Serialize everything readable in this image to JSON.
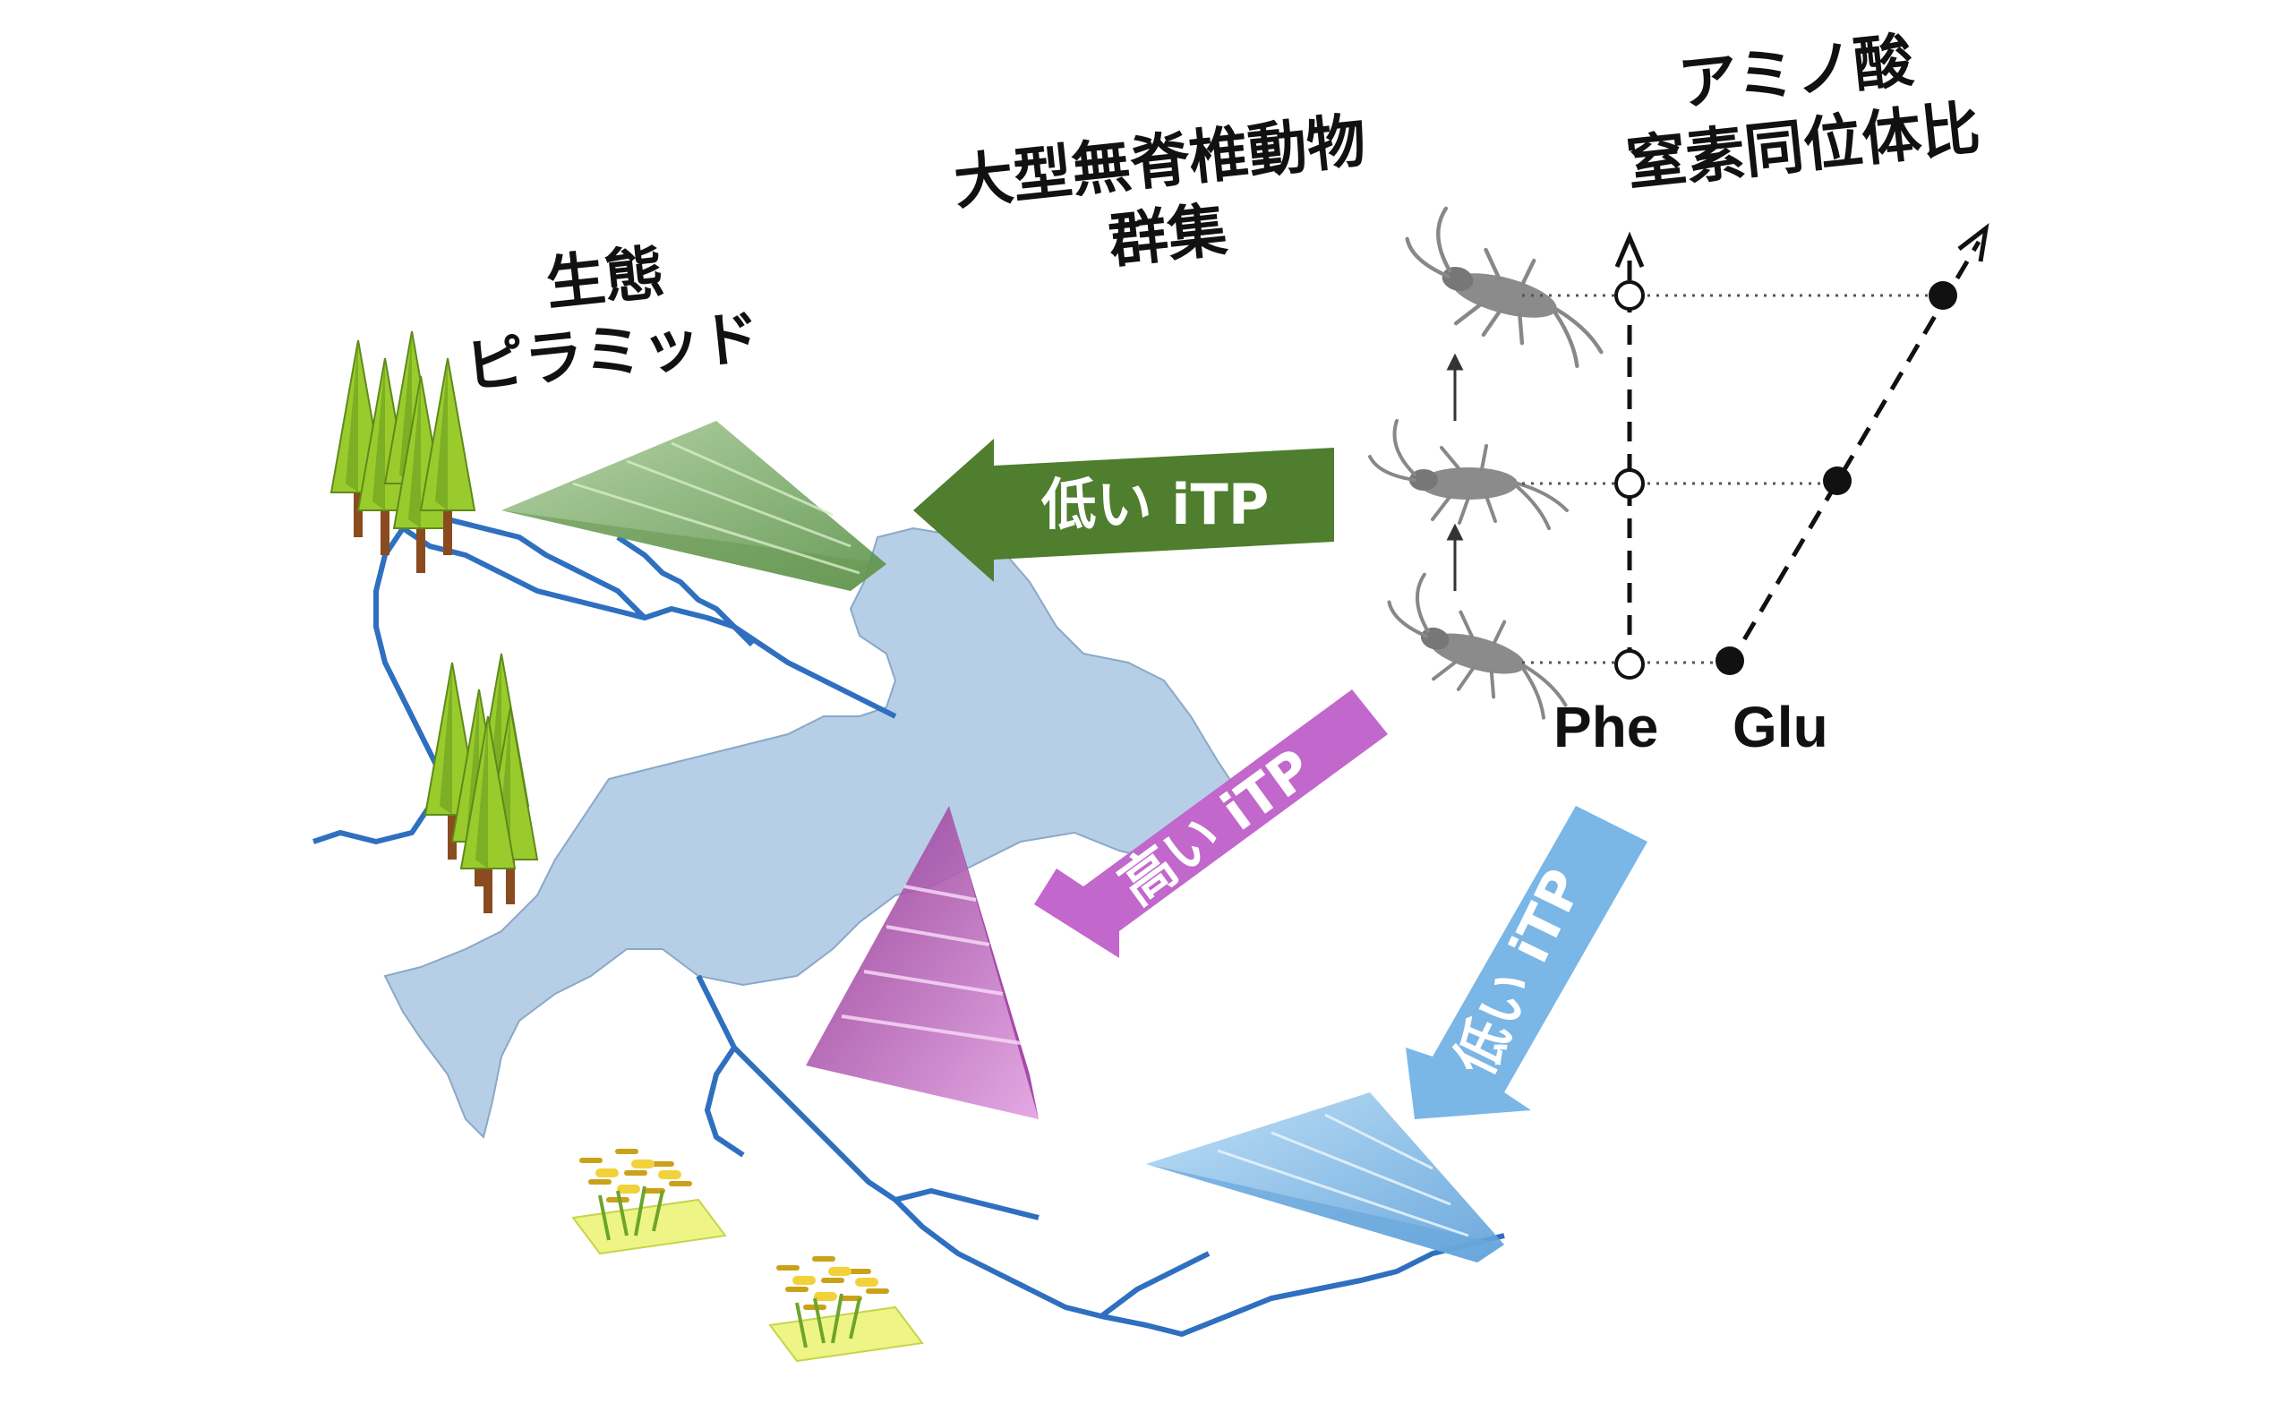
{
  "labels": {
    "pyramid_title_line1": "生態",
    "pyramid_title_line2": "ピラミッド",
    "invert_title_line1": "大型無脊椎動物",
    "invert_title_line2": "群集",
    "amino_title_line1": "アミノ酸",
    "amino_title_line2": "窒素同位体比"
  },
  "arrows": {
    "upper_left": "低い iTP",
    "middle": "高い iTP",
    "lower_right": "低い iTP"
  },
  "axis": {
    "phe": "Phe",
    "glu": "Glu"
  },
  "colors": {
    "lake": "#b6cfe6",
    "river": "#2f6fc0",
    "green_arrow": "#4e7e2e",
    "purple_arrow": "#c267cc",
    "blue_arrow": "#7ab6e6",
    "green_pyramid": "#7aa86a",
    "purple_pyramid": "#b25cb3",
    "blue_pyramid": "#8cc0ea"
  },
  "icons": [
    "conifer-tree-icon",
    "rice-paddy-icon",
    "aquatic-insect-icon"
  ]
}
